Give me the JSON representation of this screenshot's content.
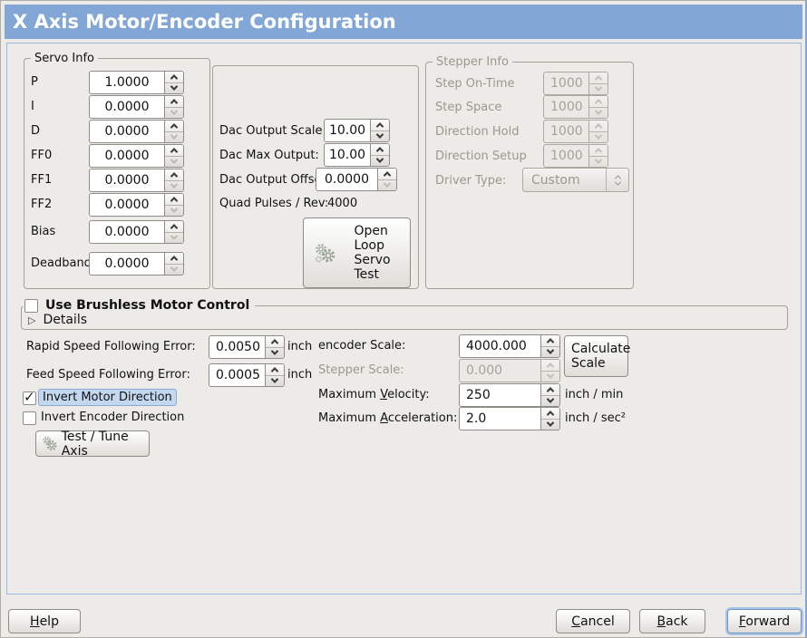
{
  "title": "X Axis Motor/Encoder Configuration",
  "colors": {
    "titlebar": "#82A7D6",
    "panel_border": "#9FB7D9",
    "focus_highlight": "#C3D7EF",
    "disabled_text": "#9B978F"
  },
  "icons": {
    "check": "✓",
    "expander_collapsed": "▷",
    "gears": "two-gears-icon"
  },
  "servo_info": {
    "label": "Servo Info",
    "rows": [
      {
        "label": "P",
        "value": "1.0000"
      },
      {
        "label": "I",
        "value": "0.0000"
      },
      {
        "label": "D",
        "value": "0.0000"
      },
      {
        "label": "FF0",
        "value": "0.0000"
      },
      {
        "label": "FF1",
        "value": "0.0000"
      },
      {
        "label": "FF2",
        "value": "0.0000"
      },
      {
        "label": "Bias",
        "value": "0.0000"
      },
      {
        "label": "Deadband",
        "value": "0.0000"
      }
    ]
  },
  "dac": {
    "rows": [
      {
        "label": "Dac Output Scale:",
        "value": "10.00"
      },
      {
        "label": "Dac Max Output:",
        "value": "10.00"
      },
      {
        "label": "Dac Output Offset:",
        "value": "0.0000"
      }
    ],
    "quad_label": "Quad Pulses / Rev:",
    "quad_value": "4000",
    "open_loop_button": "Open\nLoop\nServo\nTest"
  },
  "stepper_info": {
    "label": "Stepper Info",
    "rows": [
      {
        "label": "Step On-Time",
        "value": "1000"
      },
      {
        "label": "Step Space",
        "value": "1000"
      },
      {
        "label": "Direction Hold",
        "value": "1000"
      },
      {
        "label": "Direction Setup",
        "value": "1000"
      }
    ],
    "driver_type_label": "Driver Type:",
    "driver_type_value": "Custom"
  },
  "brushless": {
    "checkbox_label": "Use Brushless Motor Control",
    "details_label": "Details"
  },
  "following": {
    "rapid_label": "Rapid Speed Following Error:",
    "rapid_value": "0.0050",
    "rapid_unit": "inch",
    "feed_label": "Feed Speed Following Error:",
    "feed_value": "0.0005",
    "feed_unit": "inch"
  },
  "scales": {
    "encoder_label": "encoder Scale:",
    "encoder_value": "4000.000",
    "calculate_button": "Calculate\nScale",
    "stepper_label": "Stepper Scale:",
    "stepper_value": "0.000",
    "velocity_pre": "Maximum ",
    "velocity_key": "V",
    "velocity_post": "elocity:",
    "velocity_value": "250",
    "velocity_unit": "inch / min",
    "accel_pre": "Maximum ",
    "accel_key": "A",
    "accel_post": "cceleration:",
    "accel_value": "2.0",
    "accel_unit": "inch / sec²"
  },
  "toggles": {
    "invert_motor": "Invert Motor Direction",
    "invert_encoder": "Invert Encoder Direction",
    "test_tune_button": "Test / Tune Axis"
  },
  "footer": {
    "help_key": "H",
    "help_post": "elp",
    "cancel_key": "C",
    "cancel_post": "ancel",
    "back_key": "B",
    "back_post": "ack",
    "forward_key": "F",
    "forward_post": "orward"
  }
}
